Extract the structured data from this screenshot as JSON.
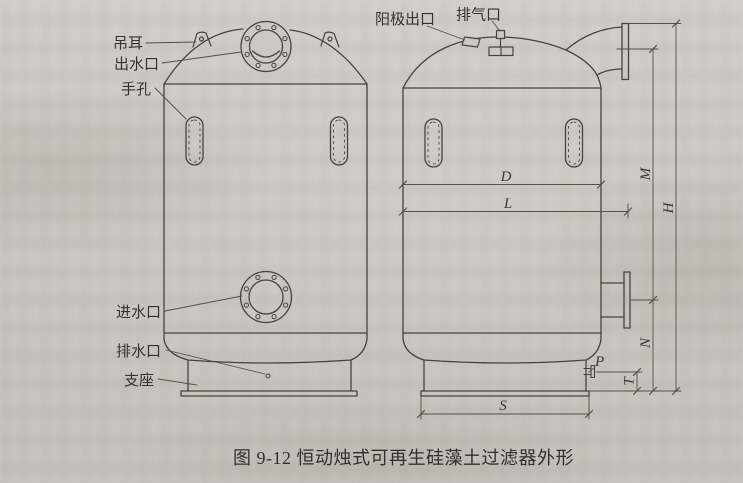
{
  "figure": {
    "caption": "图 9-12  恒动烛式可再生硅藻土过滤器外形"
  },
  "callouts": {
    "lifting_lug": "吊耳",
    "water_outlet": "出水口",
    "handhole": "手孔",
    "water_inlet": "进水口",
    "drain_outlet": "排水口",
    "support": "支座",
    "anode_outlet": "阳极出口",
    "air_vent": "排气口"
  },
  "dimension_labels": {
    "D": "D",
    "L": "L",
    "M": "M",
    "H": "H",
    "N": "N",
    "P": "P",
    "T": "T",
    "S": "S"
  },
  "colors": {
    "paper": "#cdc8c2",
    "outline": "#48433c",
    "thin_line": "#554f48",
    "text": "#36332d"
  }
}
